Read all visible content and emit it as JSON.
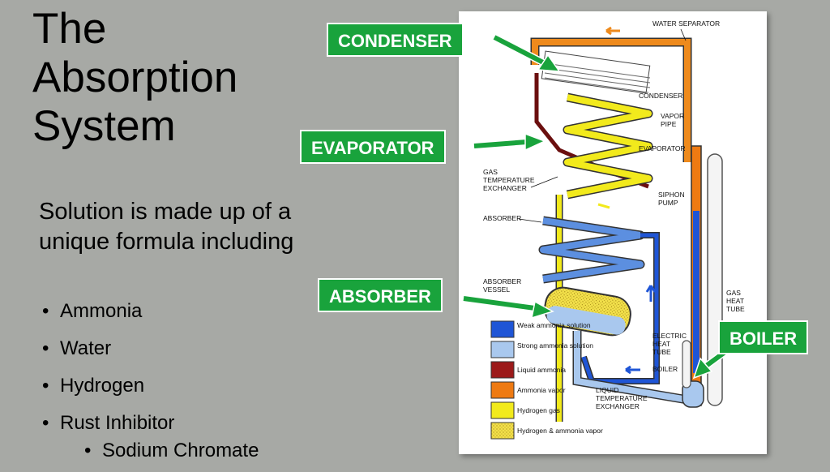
{
  "slide": {
    "title_lines": [
      "The",
      "Absorption",
      "System"
    ],
    "intro": "Solution is made up of a unique formula including",
    "bullets": [
      "Ammonia",
      "Water",
      "Hydrogen",
      "Rust Inhibitor"
    ],
    "sub_bullet": "Sodium Chromate"
  },
  "callouts": {
    "condenser": "CONDENSER",
    "evaporator": "EVAPORATOR",
    "absorber": "ABSORBER",
    "boiler": "BOILER"
  },
  "diagram_labels": {
    "water_separator": "WATER SEPARATOR",
    "condenser": "CONDENSER",
    "vapor_pipe_1": "VAPOR",
    "vapor_pipe_2": "PIPE",
    "evaporator": "EVAPORATOR",
    "gas_temp_1": "GAS",
    "gas_temp_2": "TEMPERATURE",
    "gas_temp_3": "EXCHANGER",
    "siphon_1": "SIPHON",
    "siphon_2": "PUMP",
    "absorber": "ABSORBER",
    "absorber_vessel_1": "ABSORBER",
    "absorber_vessel_2": "VESSEL",
    "gas_heat_1": "GAS",
    "gas_heat_2": "HEAT",
    "gas_heat_3": "TUBE",
    "electric_1": "ELECTRIC",
    "electric_2": "HEAT",
    "electric_3": "TUBE",
    "boiler": "BOILER",
    "liquid_temp_1": "LIQUID",
    "liquid_temp_2": "TEMPERATURE",
    "liquid_temp_3": "EXCHANGER"
  },
  "legend": [
    {
      "label": "Weak ammonia solution",
      "color": "#1f55d6"
    },
    {
      "label": "Strong ammonia solution",
      "color": "#a9c8ee"
    },
    {
      "label": "Liquid ammonia",
      "color": "#9c1a1a"
    },
    {
      "label": "Ammonia vapor",
      "color": "#ee7a12"
    },
    {
      "label": "Hydrogen gas",
      "color": "#f2ea1c"
    },
    {
      "label": "Hydrogen & ammonia vapor",
      "color": "#f2e04a"
    }
  ],
  "colors": {
    "callout": "#19a33c",
    "background": "#a7a9a5"
  }
}
